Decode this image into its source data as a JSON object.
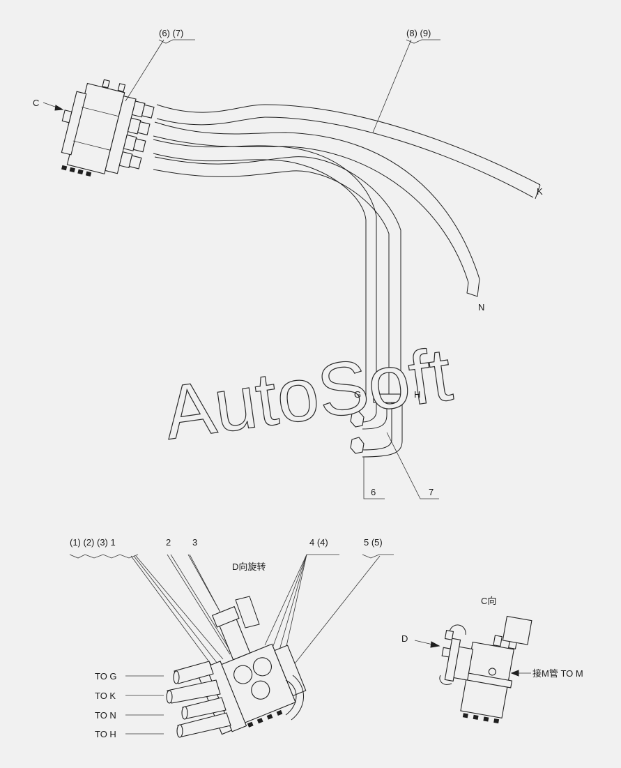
{
  "callouts": {
    "top_left_ref": "(6) (7)",
    "top_right_ref": "(8) (9)",
    "view_c_arrow": "C",
    "end_k": "K",
    "end_n": "N",
    "end_g": "G",
    "end_h": "H",
    "item_6": "6",
    "item_7": "7",
    "item_1": "(1) (2) (3) 1",
    "item_2": "2",
    "item_3": "3",
    "item_4": "4 (4)",
    "item_5": "5 (5)",
    "view_d_note": "D向旋转",
    "view_c_title": "C向",
    "view_d_arrow": "D",
    "to_m": "接M管  TO M"
  },
  "routing_labels": [
    "TO G",
    "TO K",
    "TO N",
    "TO H"
  ],
  "watermark": "AutoSoft"
}
